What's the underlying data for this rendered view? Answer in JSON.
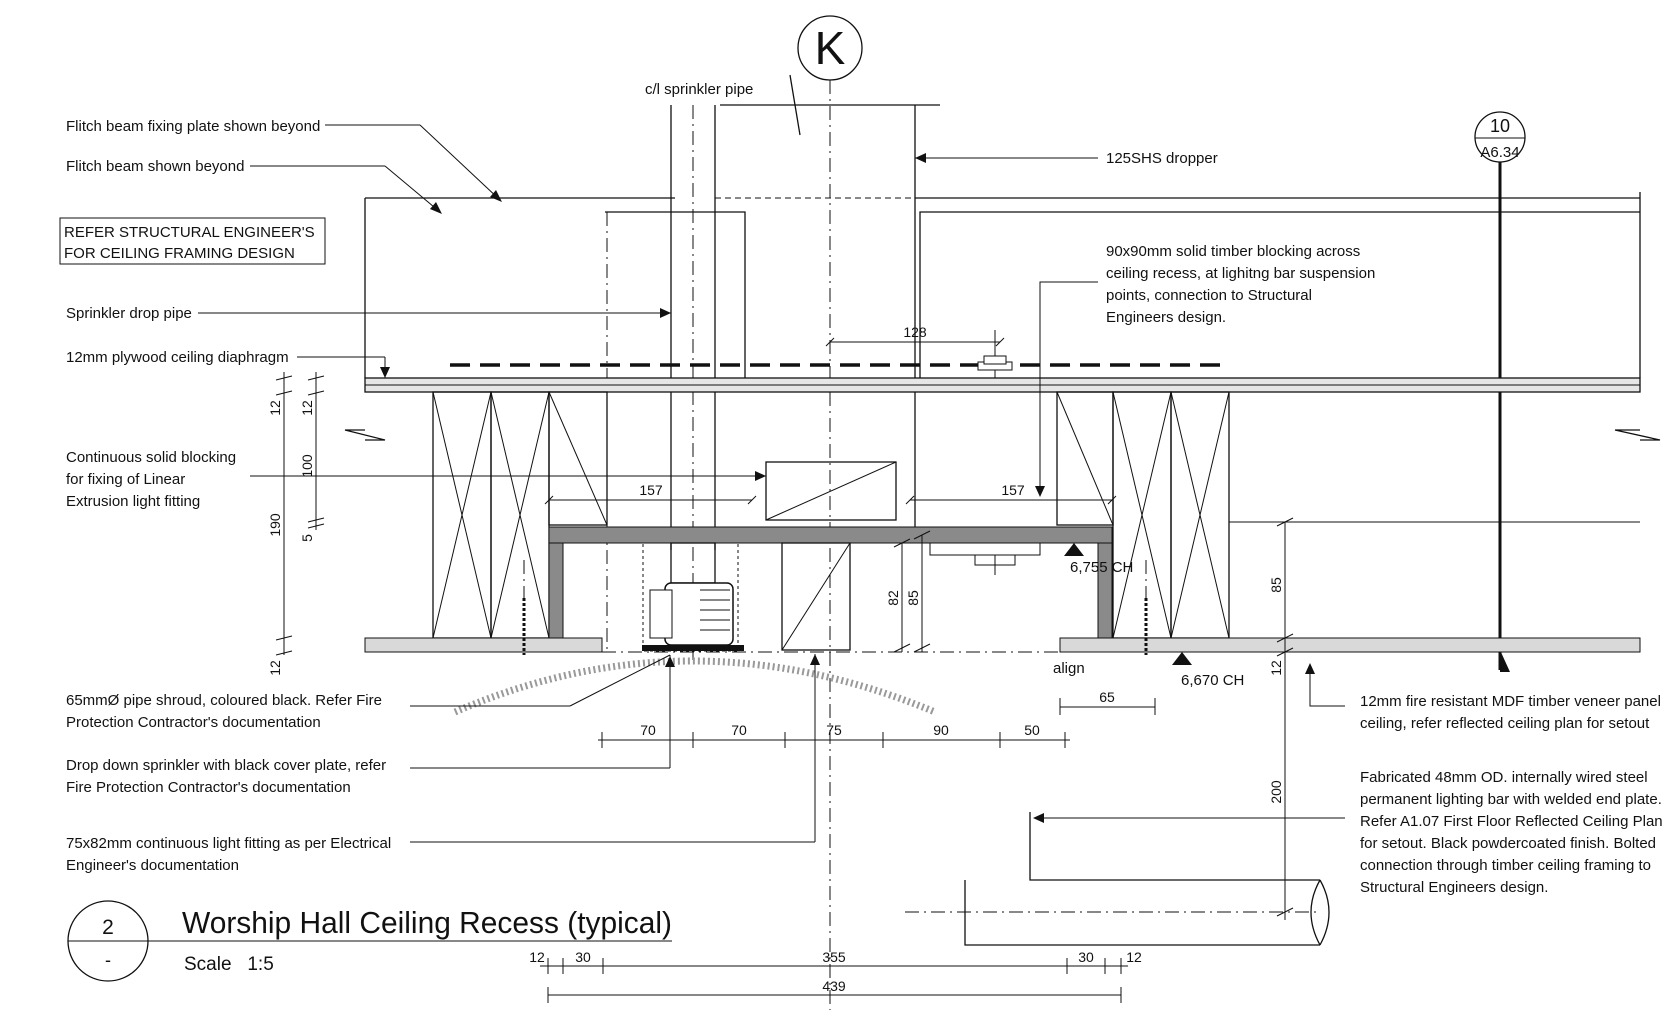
{
  "grid_marker": "K",
  "section_ref": {
    "number": "10",
    "sheet": "A6.34"
  },
  "labels": {
    "sprinkler_cl": "c/l sprinkler pipe",
    "flitch_plate": "Flitch beam fixing plate shown beyond",
    "flitch_beam": "Flitch beam shown beyond",
    "refer_box_1": "REFER STRUCTURAL ENGINEER'S",
    "refer_box_2": "FOR CEILING FRAMING DESIGN",
    "sprinkler_drop": "Sprinkler drop pipe",
    "plywood": "12mm plywood ceiling diaphragm",
    "blocking_1": "Continuous solid blocking",
    "blocking_2": "for fixing of Linear",
    "blocking_3": "Extrusion light fitting",
    "shroud_1": "65mmØ pipe shroud, coloured black. Refer Fire",
    "shroud_2": "Protection Contractor's documentation",
    "dropdown_1": "Drop down sprinkler with black cover plate, refer",
    "dropdown_2": "Fire Protection Contractor's documentation",
    "fitting_1": "75x82mm continuous light fitting as per Electrical",
    "fitting_2": "Engineer's documentation",
    "dropper": "125SHS dropper",
    "timber_1": "90x90mm solid timber blocking across",
    "timber_2": "ceiling recess, at lighitng bar suspension",
    "timber_3": "points, connection to Structural",
    "timber_4": "Engineers design.",
    "mdf_1": "12mm fire resistant MDF timber veneer panel",
    "mdf_2": "ceiling, refer reflected ceiling plan for setout",
    "bar_1": "Fabricated 48mm OD. internally wired steel",
    "bar_2": "permanent lighting bar with welded end plate.",
    "bar_3": "Refer A1.07 First Floor Reflected Ceiling Plan",
    "bar_4": "for setout.  Black powdercoated finish.  Bolted",
    "bar_5": "connection through timber ceiling framing to",
    "bar_6": "Structural Engineers design.",
    "align": "align",
    "ch_upper": "6,755 CH",
    "ch_lower": "6,670 CH"
  },
  "dimensions": {
    "d128": "128",
    "d157a": "157",
    "d157b": "157",
    "v12a": "12",
    "v12b": "12",
    "v100": "100",
    "v5": "5",
    "v190": "190",
    "v12c": "12",
    "v82": "82",
    "v85a": "85",
    "v85b": "85",
    "v12d": "12",
    "v200": "200",
    "d65": "65",
    "h70a": "70",
    "h70b": "70",
    "h75": "75",
    "h90": "90",
    "h50": "50",
    "b12a": "12",
    "b30a": "30",
    "b355": "355",
    "b30b": "30",
    "b12b": "12",
    "b439": "439"
  },
  "title_block": {
    "detail_number": "2",
    "sheet": "-",
    "title": "Worship Hall Ceiling Recess (typical)",
    "scale": "Scale   1:5"
  }
}
